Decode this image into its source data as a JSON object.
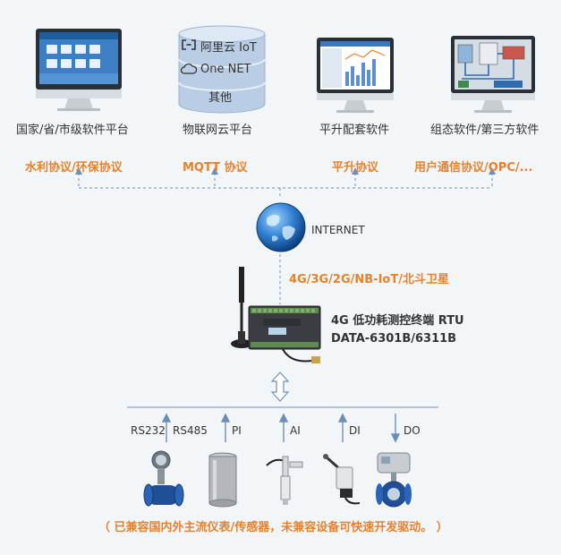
{
  "platforms": [
    {
      "label": "国家/省/市级软件平台",
      "protocol": "水利协议/环保协议"
    },
    {
      "label": "物联网云平台",
      "protocol": "MQTT 协议"
    },
    {
      "label": "平升配套软件",
      "protocol": "平升协议"
    },
    {
      "label": "组态软件/第三方软件",
      "protocol": "用户通信协议/OPC/..."
    }
  ],
  "cloud_db": {
    "items": [
      "阿里云 IoT",
      "One NET",
      "其他"
    ]
  },
  "internet_label": "INTERNET",
  "network_label": "4G/3G/2G/NB-IoT/北斗卫星",
  "rtu": {
    "line1": "4G 低功耗测控终端 RTU",
    "line2": "DATA-6301B/6311B"
  },
  "interfaces": [
    "RS232",
    "RS485",
    "PI",
    "AI",
    "DI",
    "DO"
  ],
  "footer_note": "（ 已兼容国内外主流仪表/传感器，未兼容设备可快速开发驱动。 ）",
  "colors": {
    "accent": "#e8812a",
    "line": "#6b8fb8",
    "database": "#b9cde4"
  }
}
